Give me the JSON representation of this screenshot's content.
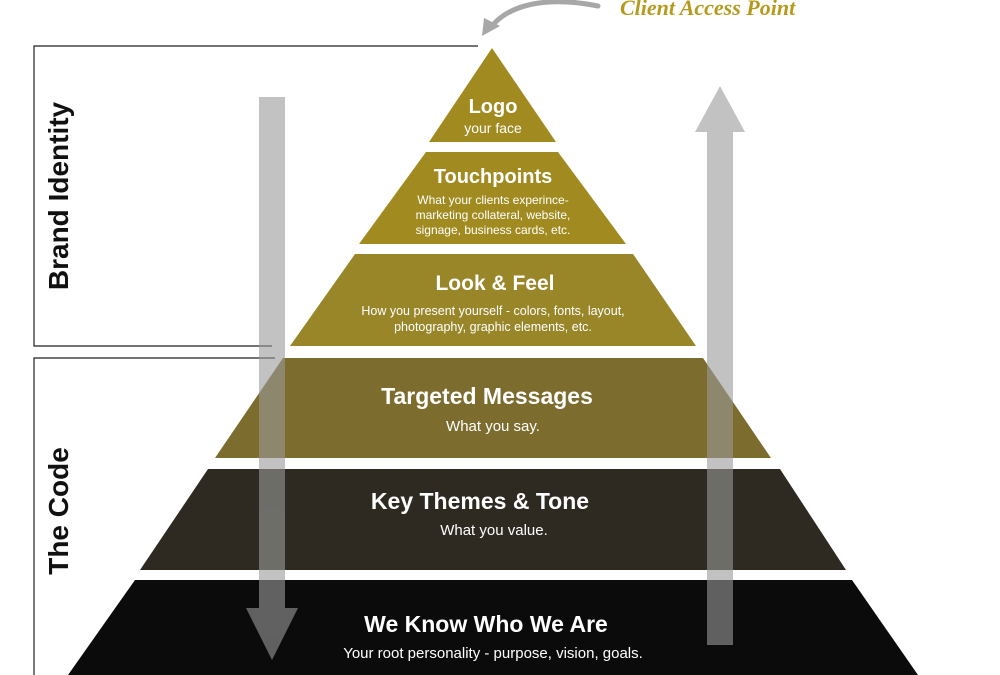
{
  "callout": {
    "text": "Client Access Point"
  },
  "groups": [
    {
      "label": "Brand Identity"
    },
    {
      "label": "The Code"
    }
  ],
  "tiers": [
    {
      "title": "Logo",
      "description": [
        "your face"
      ],
      "color": "#A18B20"
    },
    {
      "title": "Touchpoints",
      "description": [
        "What your clients experince-",
        "marketing collateral, website,",
        "signage, business cards, etc."
      ],
      "color": "#A18B20"
    },
    {
      "title": "Look & Feel",
      "description": [
        "How you present yourself - colors, fonts, layout,",
        "photography, graphic elements, etc."
      ],
      "color": "#988629"
    },
    {
      "title": "Targeted Messages",
      "description": [
        "What you say."
      ],
      "color": "#7C6C2E"
    },
    {
      "title": "Key Themes & Tone",
      "description": [
        "What you value."
      ],
      "color": "#2E2A22"
    },
    {
      "title": "We Know Who We Are",
      "description": [
        "Your root personality - purpose, vision, goals."
      ],
      "color": "#0B0B0B"
    }
  ],
  "colors": {
    "callout_text": "#B69A1E",
    "callout_arrow": "#A7A7A7",
    "flow_arrows": "#9A9A9A",
    "bracket_lines": "#222222"
  }
}
